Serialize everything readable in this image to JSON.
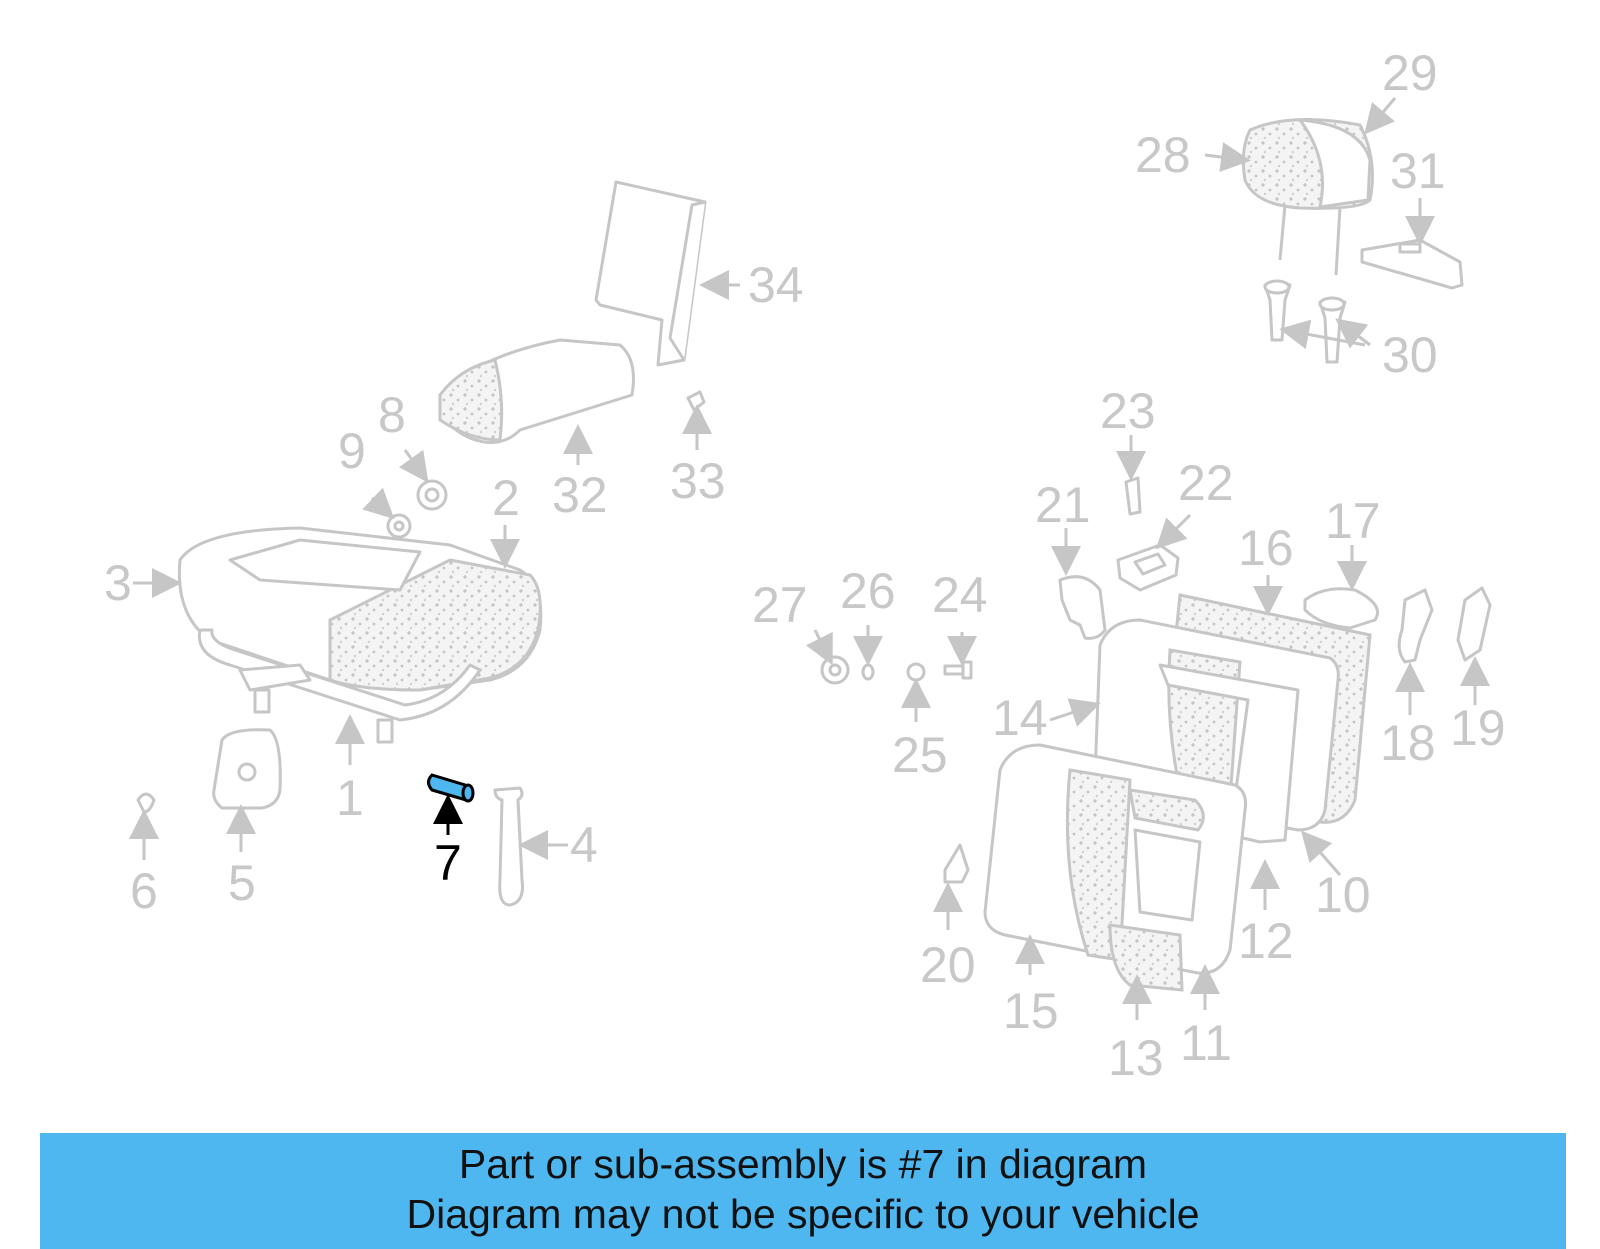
{
  "diagram": {
    "highlight_color": "#4eb7f0",
    "callouts": [
      {
        "id": "1",
        "text": "1"
      },
      {
        "id": "2",
        "text": "2"
      },
      {
        "id": "3",
        "text": "3"
      },
      {
        "id": "4",
        "text": "4"
      },
      {
        "id": "5",
        "text": "5"
      },
      {
        "id": "6",
        "text": "6"
      },
      {
        "id": "7",
        "text": "7",
        "highlighted": true
      },
      {
        "id": "8",
        "text": "8"
      },
      {
        "id": "9",
        "text": "9"
      },
      {
        "id": "10",
        "text": "10"
      },
      {
        "id": "11",
        "text": "11"
      },
      {
        "id": "12",
        "text": "12"
      },
      {
        "id": "13",
        "text": "13"
      },
      {
        "id": "14",
        "text": "14"
      },
      {
        "id": "15",
        "text": "15"
      },
      {
        "id": "16",
        "text": "16"
      },
      {
        "id": "17",
        "text": "17"
      },
      {
        "id": "18",
        "text": "18"
      },
      {
        "id": "19",
        "text": "19"
      },
      {
        "id": "20",
        "text": "20"
      },
      {
        "id": "21",
        "text": "21"
      },
      {
        "id": "22",
        "text": "22"
      },
      {
        "id": "23",
        "text": "23"
      },
      {
        "id": "24",
        "text": "24"
      },
      {
        "id": "25",
        "text": "25"
      },
      {
        "id": "26",
        "text": "26"
      },
      {
        "id": "27",
        "text": "27"
      },
      {
        "id": "28",
        "text": "28"
      },
      {
        "id": "29",
        "text": "29"
      },
      {
        "id": "30",
        "text": "30"
      },
      {
        "id": "31",
        "text": "31"
      },
      {
        "id": "32",
        "text": "32"
      },
      {
        "id": "33",
        "text": "33"
      },
      {
        "id": "34",
        "text": "34"
      }
    ]
  },
  "banner": {
    "line1": "Part or sub-assembly is #7 in diagram",
    "line2": "Diagram may not be specific to your vehicle",
    "background": "#4eb7f0"
  }
}
